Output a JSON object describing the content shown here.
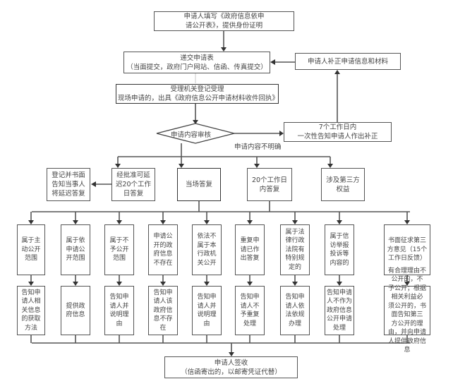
{
  "flowchart": {
    "nodes": {
      "fill_form": "申请人填写《政府信息依申\n请公开表》，提供身份证明",
      "submit": "递交申请表\n（当面提交，政府门户网站、信函、传真提交）",
      "supplement": "申请人补正申请信息和材料",
      "register": "受理机关登记受理\n现场申请的，出具《政府信息公开申请材料收件回执》",
      "review": "申请内容审核",
      "notify_correction": "7个工作日内\n一次性告知申请人作出补正",
      "unclear_label": "申请内容不明确",
      "register_delay": "登记并书面\n告知当事人\n将延迟答复",
      "extend": "经批准可延\n迟20个工作\n日答复",
      "onsite": "当场答复",
      "within20": "20个工作日\n内答复",
      "third_party": "涉及第三方\n权益"
    },
    "categories": [
      {
        "condition": "属于主\n动公开\n范围",
        "result": "告知申\n请人相\n关信息\n的获取\n方法"
      },
      {
        "condition": "属于依\n申请公\n开范围",
        "result": "提供政\n府信息"
      },
      {
        "condition": "属于不\n予公开\n范围",
        "result": "告知申\n请人并\n说明理\n由"
      },
      {
        "condition": "申请公\n开的政\n府信息\n不存在",
        "result": "告知申\n请人该\n政府信\n息不存\n在"
      },
      {
        "condition": "依法不\n属于本\n行政机\n关公开",
        "result": "告知申\n请人并\n说明理\n由"
      },
      {
        "condition": "重复申\n请已作\n出答复",
        "result": "告知申\n请人不\n予重复\n处理"
      },
      {
        "condition": "属于法\n律行政\n法院有\n特别规\n定的",
        "result": "告知申\n请人依\n法依规\n办理"
      },
      {
        "condition": "属于信\n访举报\n投诉等\n内容的",
        "result": "告知申请\n人不作为\n政府信息\n公开申请\n处理"
      },
      {
        "condition": "书面征求第三\n方意见（15个\n工作日反馈）",
        "result": "有合理理由不公开的，不\n予公开；根据相关利益必\n须公开的，书面告知第三\n方公开的理由，并向申请\n人提供政府信息"
      }
    ],
    "final": "申请人签收\n（信函寄出的，以邮寄凭证代替）"
  }
}
